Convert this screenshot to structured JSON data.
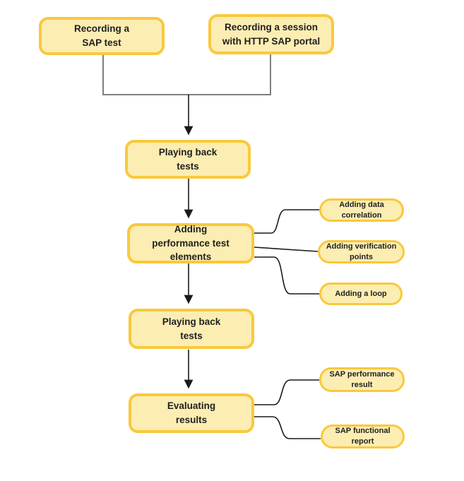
{
  "diagram": {
    "type": "flowchart",
    "colors": {
      "node_border": "#F9C93C",
      "node_fill": "#FCEDB2",
      "node_text": "#1F1F1F",
      "junction_line": "#7F7F7F",
      "arrow_line": "#1A1A1A",
      "background": "#FFFFFF"
    },
    "nodes": {
      "recording_sap_test": {
        "label": "Recording a\nSAP test"
      },
      "recording_session": {
        "label": "Recording a session\nwith HTTP SAP portal"
      },
      "playing_back_tests_1": {
        "label": "Playing back\ntests"
      },
      "adding_performance_elements": {
        "label": "Adding\nperformance test\nelements"
      },
      "playing_back_tests_2": {
        "label": "Playing back\ntests"
      },
      "evaluating_results": {
        "label": "Evaluating\nresults"
      },
      "adding_data_correlation": {
        "label": "Adding data\ncorrelation"
      },
      "adding_verification_points": {
        "label": "Adding verification\npoints"
      },
      "adding_a_loop": {
        "label": "Adding a loop"
      },
      "sap_performance_result": {
        "label": "SAP performance\nresult"
      },
      "sap_functional_report": {
        "label": "SAP functional\nreport"
      }
    },
    "edges": [
      {
        "from": "recording_sap_test",
        "to": "playing_back_tests_1"
      },
      {
        "from": "recording_session",
        "to": "playing_back_tests_1"
      },
      {
        "from": "playing_back_tests_1",
        "to": "adding_performance_elements"
      },
      {
        "from": "adding_performance_elements",
        "to": "adding_data_correlation"
      },
      {
        "from": "adding_performance_elements",
        "to": "adding_verification_points"
      },
      {
        "from": "adding_performance_elements",
        "to": "adding_a_loop"
      },
      {
        "from": "adding_performance_elements",
        "to": "playing_back_tests_2"
      },
      {
        "from": "playing_back_tests_2",
        "to": "evaluating_results"
      },
      {
        "from": "evaluating_results",
        "to": "sap_performance_result"
      },
      {
        "from": "evaluating_results",
        "to": "sap_functional_report"
      }
    ]
  }
}
